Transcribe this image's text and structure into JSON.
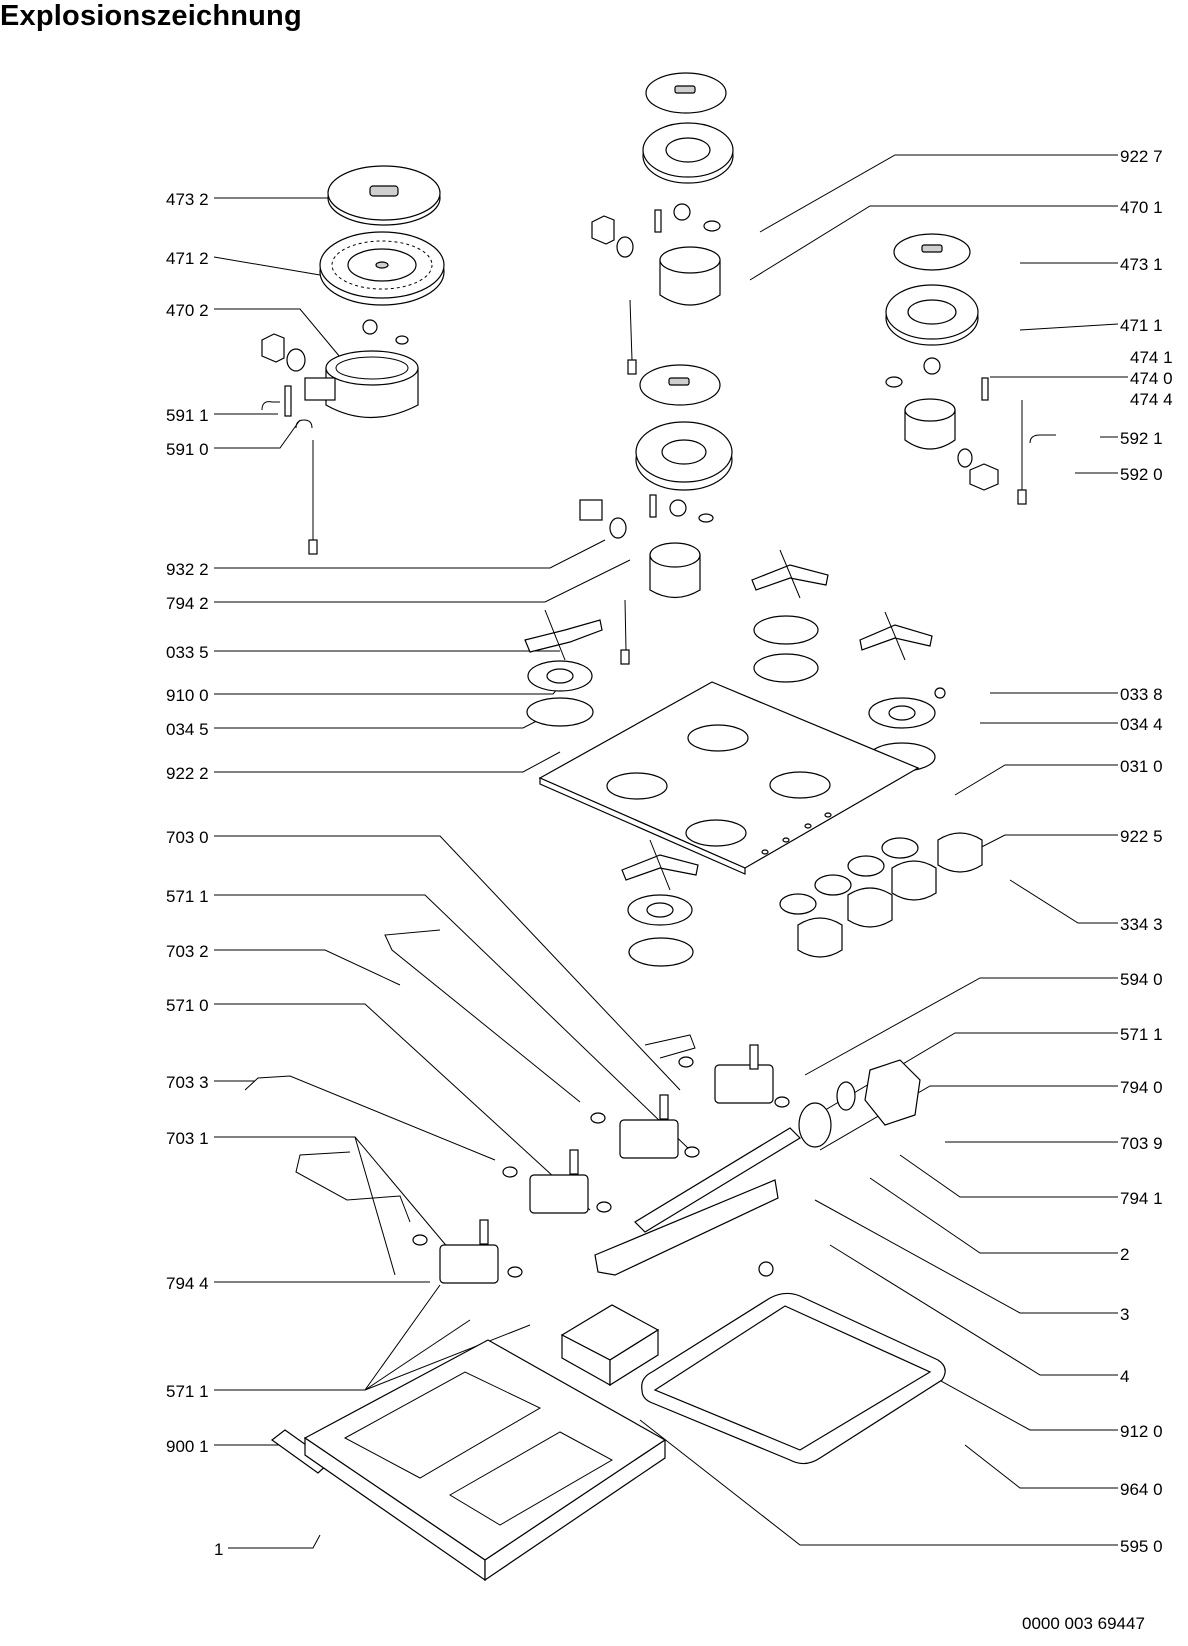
{
  "title": "Explosionszeichnung",
  "document_number": "0000 003 69447",
  "labels": {
    "l_4732": "473 2",
    "l_4712": "471 2",
    "l_4702": "470 2",
    "l_5911": "591 1",
    "l_5910": "591 0",
    "l_9322": "932 2",
    "l_7942": "794 2",
    "l_0335": "033 5",
    "l_9100": "910 0",
    "l_0345": "034 5",
    "l_9222": "922 2",
    "l_7030": "703 0",
    "l_5711a": "571 1",
    "l_7032": "703 2",
    "l_5710": "571 0",
    "l_7033": "703 3",
    "l_7031": "703 1",
    "l_7944": "794 4",
    "l_5711b": "571 1",
    "l_9001": "900 1",
    "l_1": "1",
    "r_9227": "922 7",
    "r_4701": "470 1",
    "r_4731": "473 1",
    "r_4711": "471 1",
    "r_4741": "474 1",
    "r_4740": "474 0",
    "r_4744": "474 4",
    "r_5921": "592 1",
    "r_5920": "592 0",
    "r_0338": "033 8",
    "r_0344": "034 4",
    "r_0310": "031 0",
    "r_9225": "922 5",
    "r_3343": "334 3",
    "r_5940": "594 0",
    "r_5711": "571 1",
    "r_7940": "794 0",
    "r_7039": "703 9",
    "r_7941": "794 1",
    "r_2": "2",
    "r_3": "3",
    "r_4": "4",
    "r_9120": "912 0",
    "r_9640": "964 0",
    "r_5950": "595 0"
  }
}
